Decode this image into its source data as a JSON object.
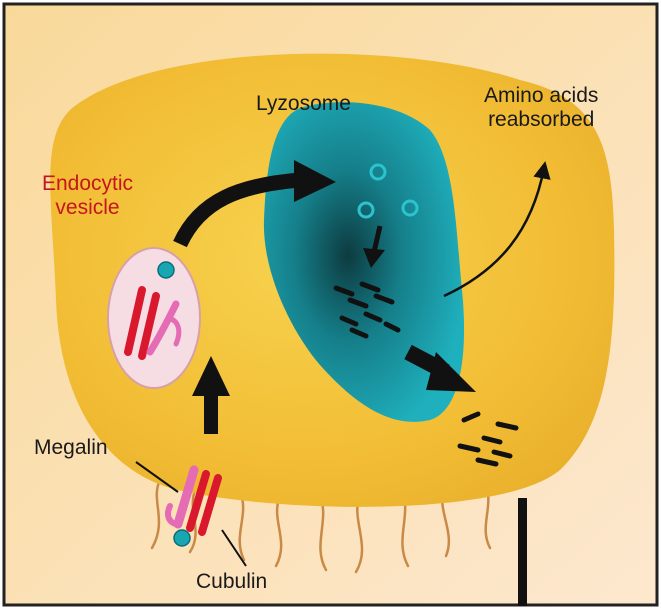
{
  "labels": {
    "lyzosome": "Lyzosome",
    "amino_line1": "Amino acids",
    "amino_line2": "reabsorbed",
    "endocytic_line1": "Endocytic",
    "endocytic_line2": "vesicle",
    "megalin": "Megalin",
    "cubulin": "Cubulin"
  },
  "colors": {
    "background": "#fbe3c2",
    "cell": "#f2bf3a",
    "lysosome": "#1a9fad",
    "vesicle": "#f5dde3",
    "protein_red": "#d9182d",
    "protein_pink": "#e46bb4",
    "ligand_teal": "#19a6b3",
    "arrow": "#111111",
    "microvilli": "#c88a46",
    "label_red": "#c4161c"
  }
}
